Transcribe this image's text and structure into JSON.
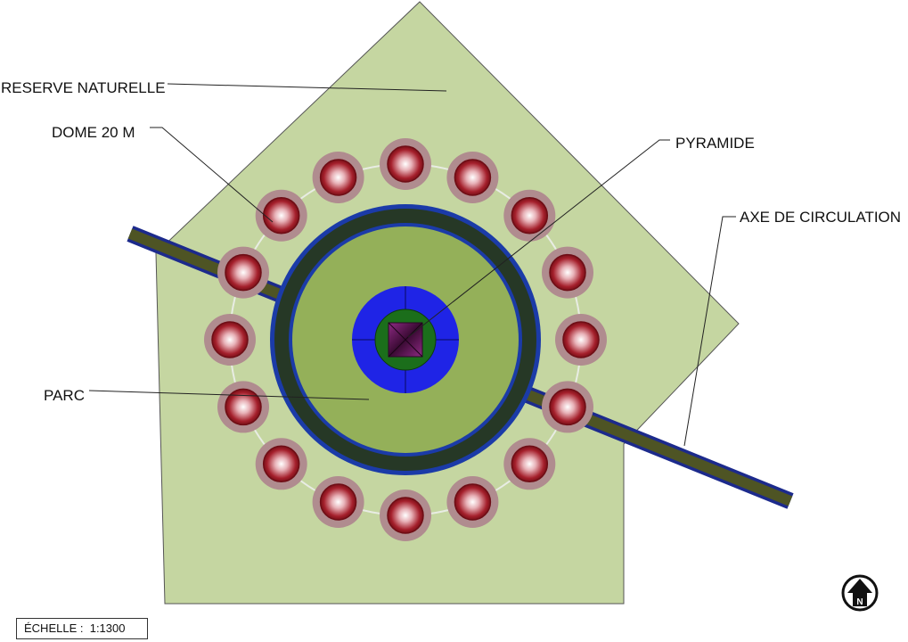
{
  "plan": {
    "labels": {
      "reserve": "RESERVE NATURELLE",
      "dome": "DOME 20 M",
      "pyramide": "PYRAMIDE",
      "axe": "AXE DE CIRCULATION",
      "parc": "PARC"
    },
    "scale": {
      "label": "ÉCHELLE :",
      "value": "1:1300"
    },
    "north": {
      "letter": "N"
    },
    "dome_count": 16,
    "colors": {
      "reserve_fill": "#c5d6a1",
      "park_fill": "#94b059",
      "ring_dark": "#263826",
      "ring_border": "#1b3ba8",
      "road_fill": "#4e5424",
      "road_border": "#1c2a8c",
      "plaza_blue": "#1f24e6",
      "plaza_green": "#1b6e1b",
      "pyramid": "#7a1a6e",
      "dome_halo": "#b08c8f",
      "dome_red": "#9b1b25"
    }
  }
}
